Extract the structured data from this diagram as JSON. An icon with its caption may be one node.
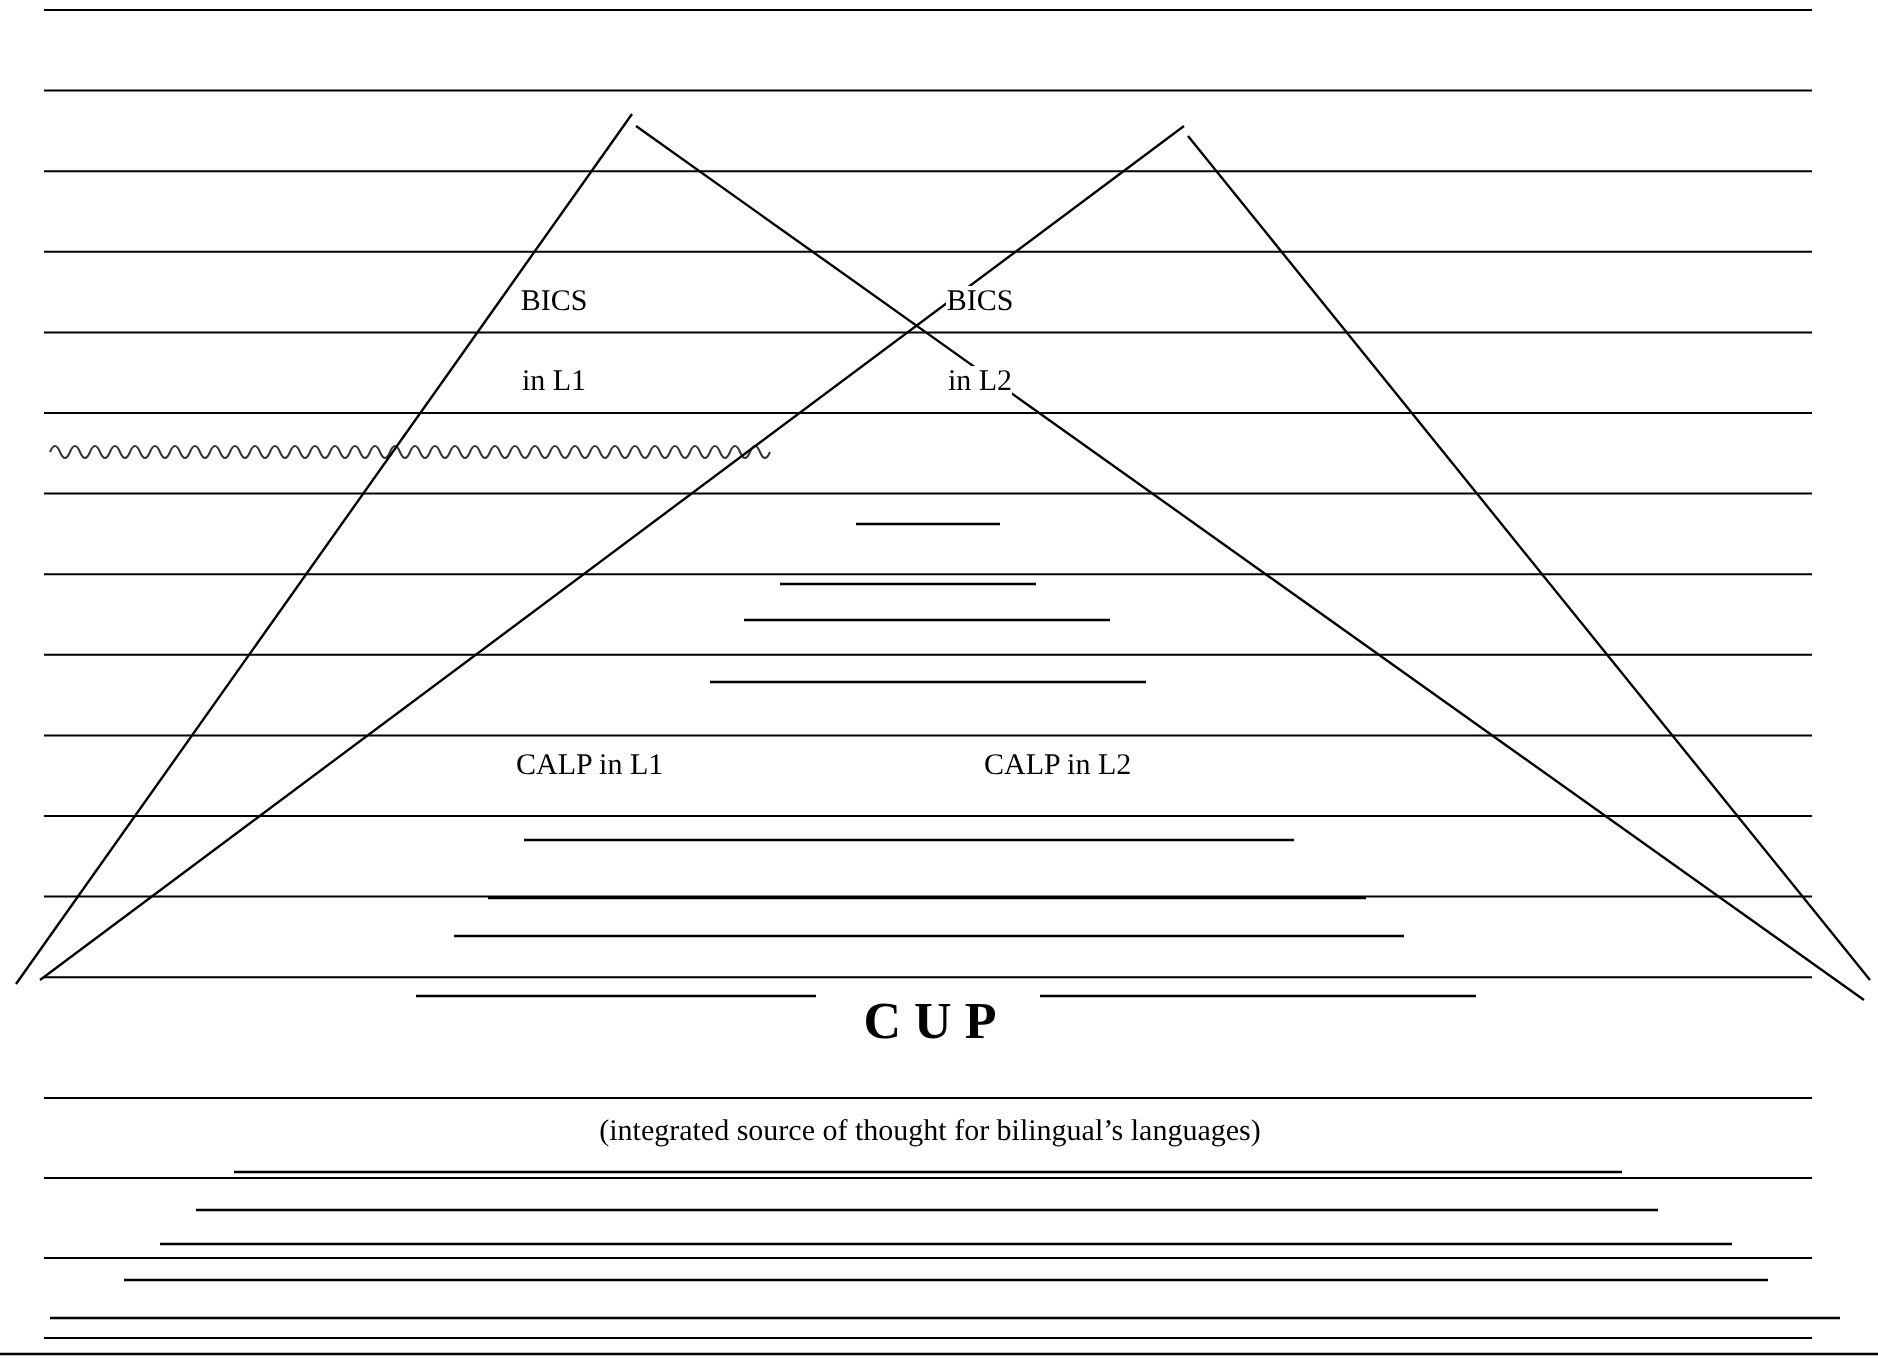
{
  "diagram": {
    "labels": [
      "BICS in L1",
      "BICS in L2",
      "CALP in L1",
      "CALP in L2",
      "C U P",
      "(integrated source of thought for bilingual’s languages)"
    ]
  }
}
